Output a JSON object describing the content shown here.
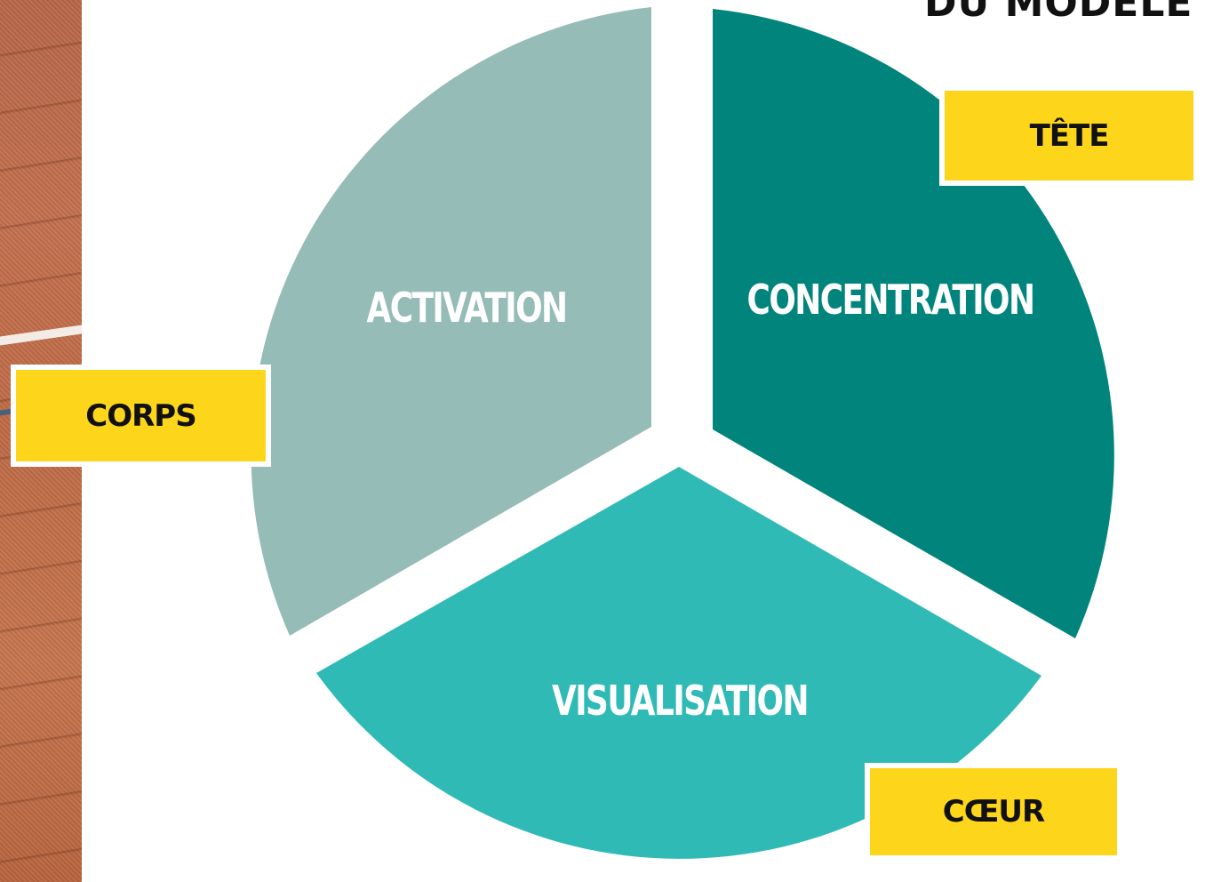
{
  "title_fragment": "DU MODÈLE SE",
  "segments": {
    "activation": {
      "label": "ACTIVATION",
      "color": "#96bcb7"
    },
    "concentration": {
      "label": "CONCENTRATION",
      "color": "#01847b"
    },
    "visualisation": {
      "label": "VISUALISATION",
      "color": "#2fbab6"
    }
  },
  "tags": {
    "tete": "TÊTE",
    "corps": "CORPS",
    "coeur": "CŒUR"
  },
  "colors": {
    "tag_yellow": "#fdd61c",
    "background": "#ffffff"
  }
}
